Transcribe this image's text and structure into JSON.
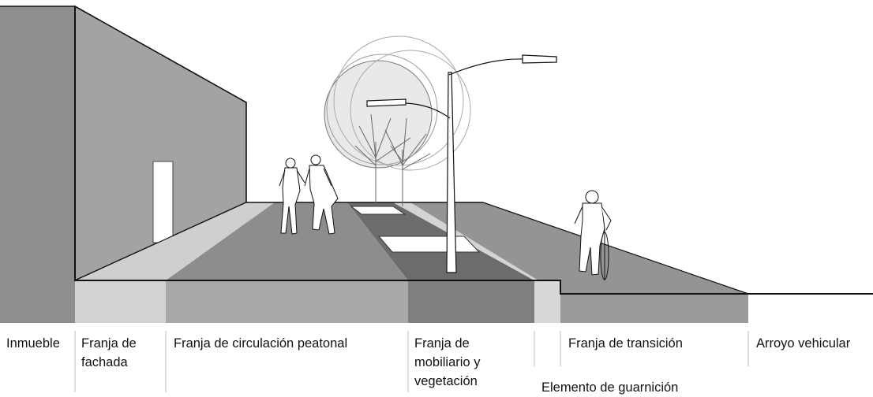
{
  "labels": {
    "inmueble": "Inmueble",
    "fachada_1": "Franja de",
    "fachada_2": "fachada",
    "peatonal": "Franja de circulación peatonal",
    "mobiliario_1": "Franja de",
    "mobiliario_2": "mobiliario y",
    "mobiliario_3": "vegetación",
    "guarnicion": "Elemento de guarnición",
    "transicion": "Franja de transición",
    "arroyo": "Arroyo vehicular"
  },
  "colors": {
    "building": "#8f8f8f",
    "building_side": "#a6a6a6",
    "fachada_strip": "#d2d2d2",
    "peatonal_strip": "#a9a9a9",
    "peatonal_top": "#8d8d8d",
    "mobiliario_strip": "#7f7f7f",
    "mobiliario_top": "#6f6f6f",
    "guarnicion_strip": "#d7d7d7",
    "transicion_strip": "#9a9a9a",
    "transicion_top": "#939393",
    "tree_canopy": "#ececec",
    "line": "#111111"
  }
}
